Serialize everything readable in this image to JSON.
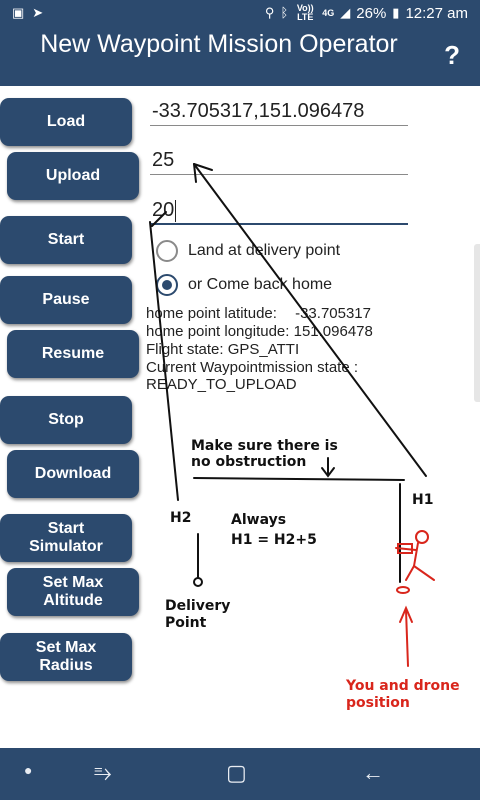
{
  "status_bar": {
    "network_small": "Vo)) LTE",
    "data_small": "4G",
    "battery_text": "26%",
    "time": "12:27 am"
  },
  "app_bar": {
    "title": "New Waypoint Mission Operator",
    "help": "?"
  },
  "buttons": {
    "load": "Load",
    "upload": "Upload",
    "start": "Start",
    "pause": "Pause",
    "resume": "Resume",
    "stop": "Stop",
    "download": "Download",
    "start_simulator": "Start Simulator",
    "set_max_altitude": "Set Max Altitude",
    "set_max_radius": "Set Max Radius"
  },
  "inputs": {
    "coordinates": "-33.705317,151.096478",
    "altitude_1": "25",
    "altitude_2": "20"
  },
  "options": {
    "land_label": "Land at delivery point",
    "land_checked": false,
    "come_back_label": "or Come back home",
    "come_back_checked": true
  },
  "info": {
    "home_lat_label": "home point latitude:",
    "home_lat_value": "-33.705317",
    "home_lon_label": "home point longitude:",
    "home_lon_value": "151.096478",
    "flight_state": "Flight state: GPS_ATTI",
    "mission_state_label": "Current Waypointmission state :",
    "mission_state_value": "READY_TO_UPLOAD"
  },
  "sketch": {
    "obstruction_line1": "Make sure there is",
    "obstruction_line2": "no obstruction",
    "h1": "H1",
    "h2": "H2",
    "rule_line1": "Always",
    "rule_line2": "H1 = H2+5",
    "delivery_line1": "Delivery",
    "delivery_line2": "Point",
    "position_line1": "You and drone",
    "position_line2": "position",
    "ink_color": "#111111",
    "accent_color": "#d9261c"
  },
  "theme": {
    "primary": "#2c4a6e"
  }
}
